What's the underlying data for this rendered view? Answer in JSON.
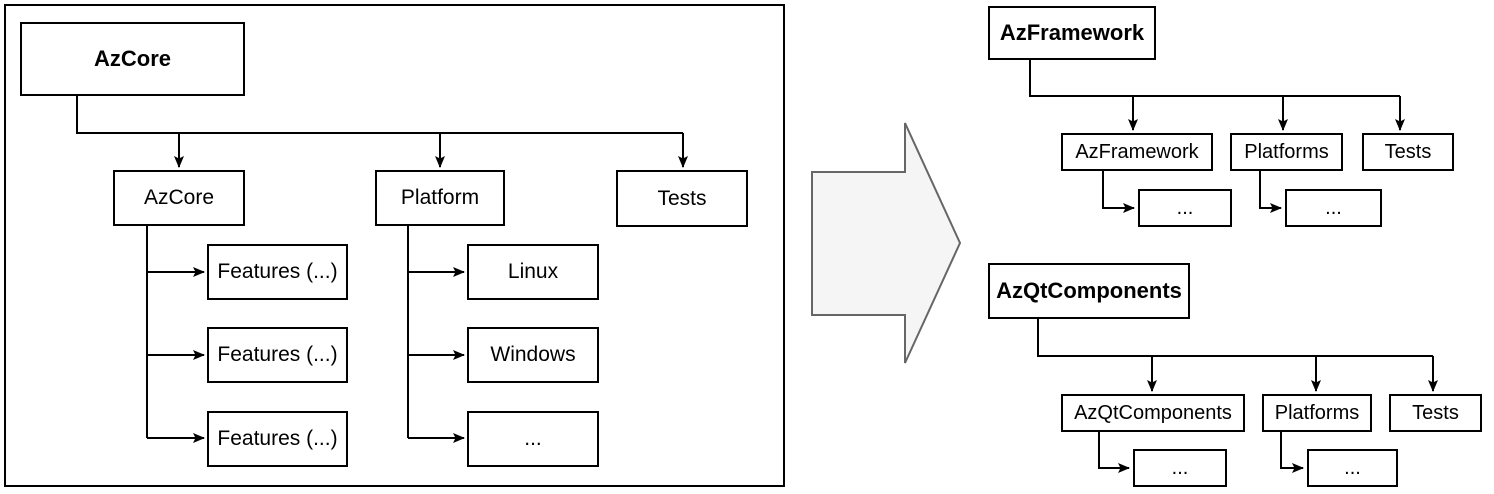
{
  "diagram": {
    "left_tree": {
      "root": "AzCore",
      "children": [
        "AzCore",
        "Platform",
        "Tests"
      ],
      "azcore_children": [
        "Features (...)",
        "Features (...)",
        "Features (...)"
      ],
      "platform_children": [
        "Linux",
        "Windows",
        "..."
      ]
    },
    "right_trees": [
      {
        "root": "AzFramework",
        "children": [
          "AzFramework",
          "Platforms",
          "Tests"
        ],
        "subs": [
          "...",
          "..."
        ]
      },
      {
        "root": "AzQtComponents",
        "children": [
          "AzQtComponents",
          "Platforms",
          "Tests"
        ],
        "subs": [
          "...",
          "..."
        ]
      }
    ],
    "colors": {
      "line": "#000000",
      "box_background": "#ffffff",
      "transform_arrow_fill": "#f5f5f5",
      "transform_arrow_stroke": "#666666"
    }
  }
}
